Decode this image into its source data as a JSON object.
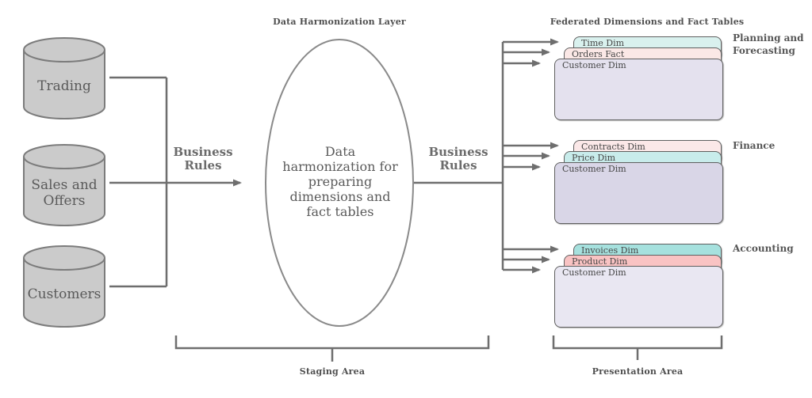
{
  "diagram": {
    "harmonization_layer_label": "Data Harmonization Layer",
    "federated_tables_label": "Federated Dimensions and Fact Tables",
    "business_rules_left_label": "Business Rules",
    "business_rules_right_label": "Business Rules",
    "staging_area_label": "Staging Area",
    "presentation_area_label": "Presentation Area",
    "ellipse_text": "Data harmonization for preparing dimensions and fact tables",
    "sources": [
      {
        "label": "Trading"
      },
      {
        "label": "Sales and Offers"
      },
      {
        "label": "Customers"
      }
    ],
    "groups": [
      {
        "label": "Planning and Forecasting",
        "tables": [
          {
            "label": "Time Dim",
            "color": "#d9f1ee"
          },
          {
            "label": "Orders Fact",
            "color": "#fbe8e6"
          },
          {
            "label": "Customer Dim",
            "color": "#e4e1ee"
          }
        ]
      },
      {
        "label": "Finance",
        "tables": [
          {
            "label": "Contracts Dim",
            "color": "#fbe8e8"
          },
          {
            "label": "Price Dim",
            "color": "#c8eceb"
          },
          {
            "label": "Customer Dim",
            "color": "#d9d6e7"
          }
        ]
      },
      {
        "label": "Accounting",
        "tables": [
          {
            "label": "Invoices Dim",
            "color": "#a6e1de"
          },
          {
            "label": "Product Dim",
            "color": "#f9c3c3"
          },
          {
            "label": "Customer Dim",
            "color": "#e9e7f2"
          }
        ]
      }
    ],
    "colors": {
      "line": "#6e6e6e",
      "cylinder_fill": "#cbcbcb",
      "cylinder_stroke": "#7c7c7c",
      "ellipse_fill": "#ffffff",
      "ellipse_stroke": "#8a8a8a",
      "table_border": "#5f5f5f",
      "heading_text": "#4f4f4f",
      "body_text": "#5a5a5a"
    }
  }
}
